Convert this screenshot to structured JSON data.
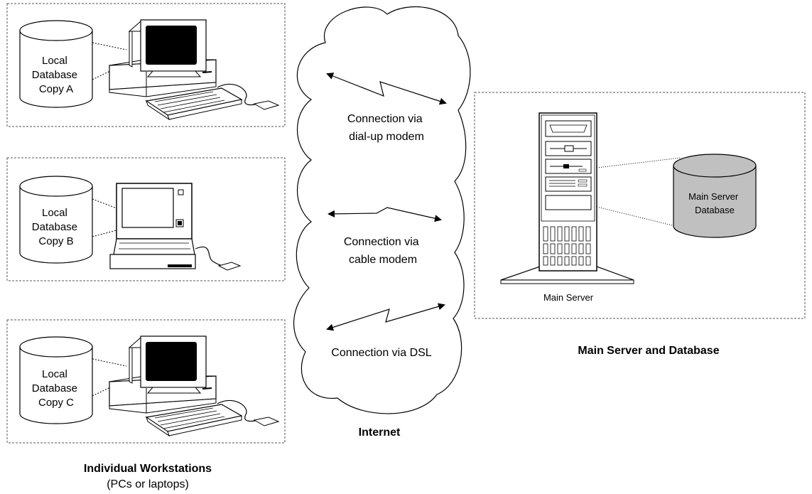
{
  "workstations": {
    "title": "Individual Workstations",
    "subtitle": "(PCs or laptops)",
    "items": [
      {
        "db_lines": [
          "Local",
          "Database",
          "Copy A"
        ]
      },
      {
        "db_lines": [
          "Local",
          "Database",
          "Copy B"
        ]
      },
      {
        "db_lines": [
          "Local",
          "Database",
          "Copy C"
        ]
      }
    ]
  },
  "internet": {
    "title": "Internet",
    "connections": [
      {
        "lines": [
          "Connection via",
          "dial-up modem"
        ]
      },
      {
        "lines": [
          "Connection via",
          "cable modem"
        ]
      },
      {
        "lines": [
          "Connection via DSL"
        ]
      }
    ]
  },
  "server": {
    "title": "Main Server and Database",
    "server_label": "Main Server",
    "db_lines": [
      "Main Server",
      "Database"
    ]
  }
}
